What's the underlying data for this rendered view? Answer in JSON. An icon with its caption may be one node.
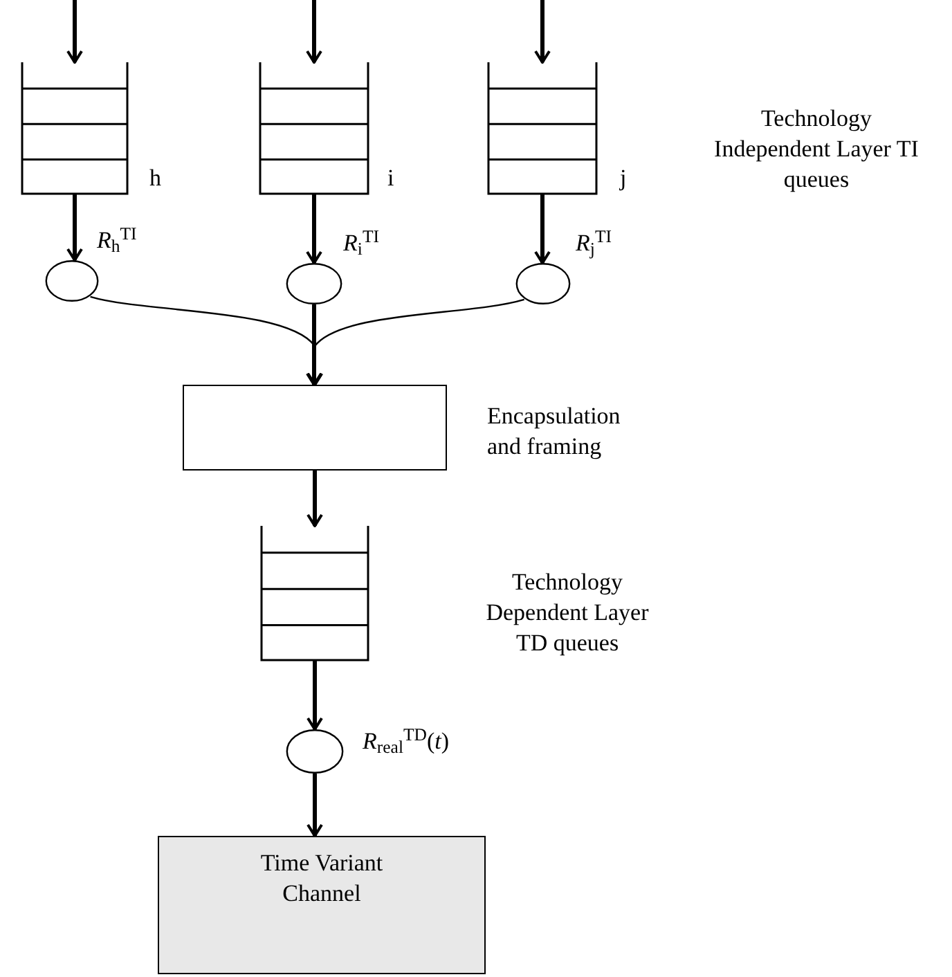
{
  "diagram": {
    "nodes": [
      {
        "text": [],
        "shape": "queue",
        "beside": [
          "h"
        ]
      },
      {
        "text": [],
        "shape": "queue",
        "beside": [
          "i"
        ]
      },
      {
        "text": [],
        "shape": "queue",
        "beside": [
          "j"
        ]
      },
      {
        "text": [],
        "shape": "circle",
        "beside": [
          "*R*$_{h}$$^{TI}$"
        ]
      },
      {
        "text": [],
        "shape": "circle",
        "beside": [
          "*R*$_{i}$$^{TI}$"
        ]
      },
      {
        "text": [],
        "shape": "circle",
        "beside": [
          "*R*$_{j}$$^{TI}$"
        ]
      },
      {
        "text": [],
        "shape": "box",
        "beside": [
          "Encapsulation and framing"
        ]
      },
      {
        "text": [],
        "shape": "queue"
      },
      {
        "text": [],
        "shape": "circle",
        "beside": [
          "*R*$_{real}$$^{TD}$(*t*)"
        ]
      },
      {
        "text": [
          "Time Variant Channel"
        ]
      }
    ],
    "edges": [
      {
        "from": null,
        "to": 0,
        "arrow": "to"
      },
      {
        "from": null,
        "to": 1,
        "arrow": "to"
      },
      {
        "from": null,
        "to": 2,
        "arrow": "to"
      },
      {
        "from": 0,
        "to": 3,
        "arrow": "to"
      },
      {
        "from": 1,
        "to": 4,
        "arrow": "to"
      },
      {
        "from": 2,
        "to": 5,
        "arrow": "to"
      },
      {
        "from": 3,
        "to": 6,
        "arrow": "to"
      },
      {
        "from": 4,
        "to": 6,
        "arrow": "to"
      },
      {
        "from": 5,
        "to": 6,
        "arrow": "to"
      },
      {
        "from": 6,
        "to": 7,
        "arrow": "to"
      },
      {
        "from": 7,
        "to": 8,
        "arrow": "to"
      },
      {
        "from": 8,
        "to": 9,
        "arrow": "to"
      }
    ],
    "labels": [
      "Technology Independent Layer TI queues",
      "Technology Dependent Layer TD queues"
    ]
  }
}
